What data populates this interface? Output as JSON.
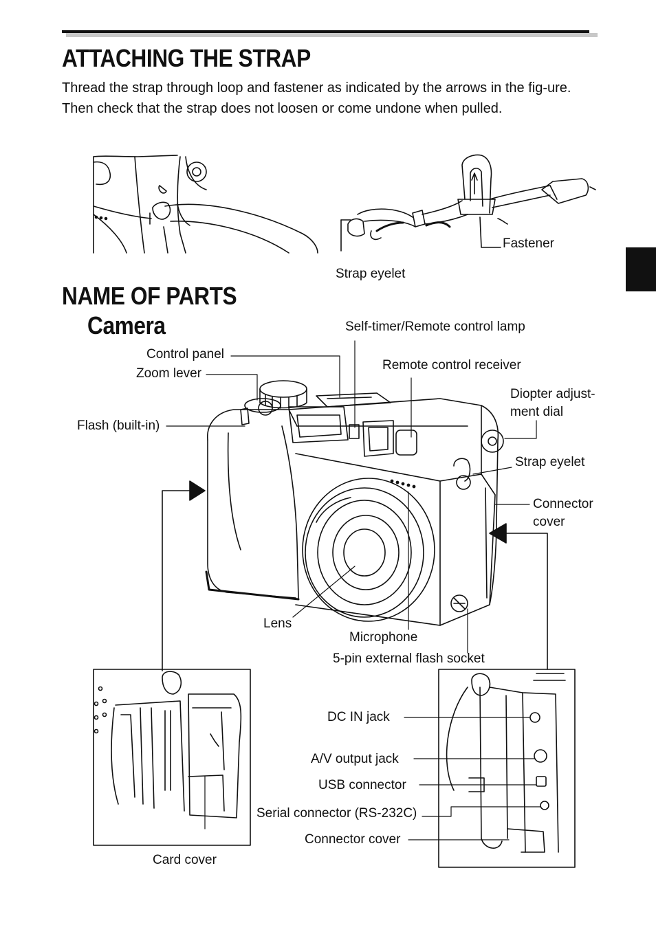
{
  "section_strap": {
    "title": "ATTACHING THE STRAP",
    "text": "Thread the strap through loop and fastener as indicated by the arrows in the fig-ure. Then check that the strap does not loosen or come undone when pulled."
  },
  "strap_labels": {
    "fastener": "Fastener",
    "strap_eyelet": "Strap eyelet"
  },
  "section_parts": {
    "title": "NAME OF PARTS",
    "subtitle": "Camera"
  },
  "camera_labels": {
    "self_timer_lamp": "Self-timer/Remote control lamp",
    "control_panel": "Control panel",
    "zoom_lever": "Zoom lever",
    "remote_receiver": "Remote control receiver",
    "diopter_dial": "Diopter adjust-ment dial",
    "flash": "Flash (built-in)",
    "strap_eyelet": "Strap eyelet",
    "connector_cover": "Connector cover",
    "lens": "Lens",
    "microphone": "Microphone",
    "flash_socket": "5-pin external flash socket"
  },
  "side_labels": {
    "dc_in": "DC IN jack",
    "av_out": "A/V output jack",
    "usb": "USB connector",
    "serial": "Serial connector (RS-232C)",
    "connector_cover": "Connector cover",
    "card_cover": "Card cover"
  }
}
